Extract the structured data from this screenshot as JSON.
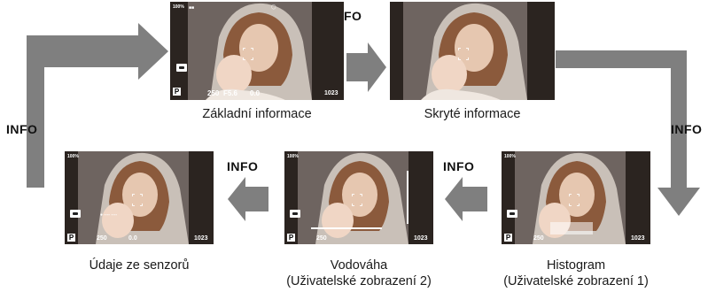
{
  "labels": {
    "info": "INFO",
    "screens": [
      {
        "caption_line1": "Základní informace",
        "caption_line2": ""
      },
      {
        "caption_line1": "Skryté informace",
        "caption_line2": ""
      },
      {
        "caption_line1": "Histogram",
        "caption_line2": "(Uživatelské zobrazení 1)"
      },
      {
        "caption_line1": "Vodováha",
        "caption_line2": "(Uživatelské zobrazení 2)"
      },
      {
        "caption_line1": "Údaje ze senzorů",
        "caption_line2": ""
      }
    ]
  },
  "hud": {
    "shutter": "250",
    "aperture": "F5.6",
    "exposure": "0.0",
    "shots": "1023",
    "mode": "P",
    "card": "100%"
  },
  "colors": {
    "arrow": "#7f7f7f",
    "screen_bg": "#2a2320",
    "text": "#1a1a1a"
  }
}
